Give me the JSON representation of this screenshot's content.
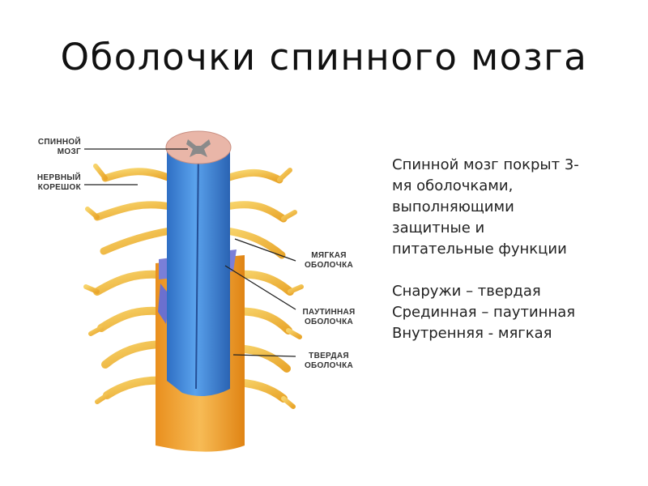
{
  "title": "Оболочки спинного мозга",
  "diagram": {
    "labels": {
      "spinal_cord": "СПИННОЙ\nМОЗГ",
      "nerve_root": "НЕРВНЫЙ\nКОРЕШОК",
      "pia_mater": "МЯГКАЯ\nОБОЛОЧКА",
      "arachnoid": "ПАУТИННАЯ\nОБОЛОЧКА",
      "dura_mater": "ТВЕРДАЯ\nОБОЛОЧКА"
    },
    "colors": {
      "cord_blue": "#3f86d6",
      "dura_orange": "#f0a330",
      "nerve_yellow": "#f3c14a",
      "arachnoid_purple": "#7a7fd8",
      "cross_section": "#e9b6a8",
      "grey_matter": "#8a8a8a"
    }
  },
  "text": {
    "lines_1": [
      "Спинной мозг покрыт 3-",
      "мя оболочками,",
      "выполняющими",
      "защитные и",
      "питательные функции"
    ],
    "lines_2": [
      "Снаружи – твердая",
      "Срединная – паутинная",
      "Внутренняя - мягкая"
    ]
  }
}
